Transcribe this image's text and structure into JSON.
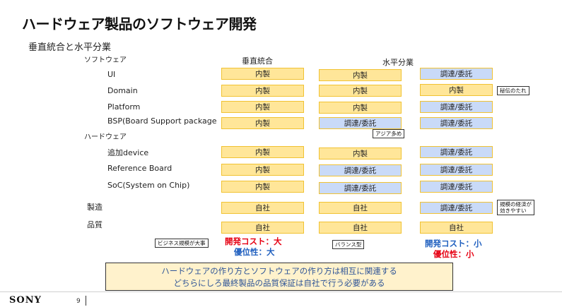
{
  "title": "ハードウェア製品のソフトウェア開発",
  "subtitle": "垂直統合と水平分業",
  "sections": {
    "software": "ソフトウェア",
    "hardware": "ハードウェア"
  },
  "columns": {
    "vertical": "垂直統合",
    "horizontal": "水平分業"
  },
  "rows": [
    {
      "label": "UI",
      "cells": [
        "内製",
        "内製",
        "調達/委託"
      ],
      "colors": [
        "yellow",
        "yellow",
        "blue"
      ]
    },
    {
      "label": "Domain",
      "cells": [
        "内製",
        "内製",
        "内製"
      ],
      "colors": [
        "yellow",
        "yellow",
        "yellow"
      ]
    },
    {
      "label": "Platform",
      "cells": [
        "内製",
        "内製",
        "調達/委託"
      ],
      "colors": [
        "yellow",
        "yellow",
        "blue"
      ]
    },
    {
      "label": "BSP(Board Support package",
      "cells": [
        "内製",
        "調達/委託",
        "調達/委託"
      ],
      "colors": [
        "yellow",
        "blue",
        "blue"
      ]
    },
    {
      "label": "追加device",
      "cells": [
        "内製",
        "内製",
        "調達/委託"
      ],
      "colors": [
        "yellow",
        "yellow",
        "blue"
      ]
    },
    {
      "label": "Reference Board",
      "cells": [
        "内製",
        "調達/委託",
        "調達/委託"
      ],
      "colors": [
        "yellow",
        "blue",
        "blue"
      ]
    },
    {
      "label": "SoC(System on Chip)",
      "cells": [
        "内製",
        "調達/委託",
        "調達/委託"
      ],
      "colors": [
        "yellow",
        "blue",
        "blue"
      ]
    },
    {
      "label": "製造",
      "cells": [
        "自社",
        "自社",
        "調達/委託"
      ],
      "colors": [
        "yellow",
        "yellow",
        "blue"
      ]
    },
    {
      "label": "品質",
      "cells": [
        "自社",
        "自社",
        "自社"
      ],
      "colors": [
        "yellow",
        "yellow",
        "yellow"
      ]
    }
  ],
  "notes": {
    "secret": "秘伝のたれ",
    "asia": "アジア多め",
    "scale_line1": "規模の経済が",
    "scale_line2": "効きやすい",
    "business_scale": "ビジネス規模が大事",
    "balance": "バランス型"
  },
  "summary": {
    "vertical_cost": "開発コスト：大",
    "vertical_advantage": "優位性：大",
    "horizontal_cost": "開発コスト：小",
    "horizontal_advantage": "優位性：小"
  },
  "callout": {
    "line1": "ハードウェアの作り方とソフトウェアの作り方は相互に関連する",
    "line2": "どちらにしろ最終製品の品質保証は自社で行う必要がある"
  },
  "footer": {
    "logo": "SONY",
    "page": "9"
  },
  "colors": {
    "inhouse_fill": "#ffe699",
    "outsourced_fill": "#c9daf8",
    "cell_border": "#f1c232",
    "red_text": "#e60012",
    "blue_text": "#1f5fbf",
    "callout_fill": "#fff2cc",
    "callout_text": "#2f5597"
  }
}
